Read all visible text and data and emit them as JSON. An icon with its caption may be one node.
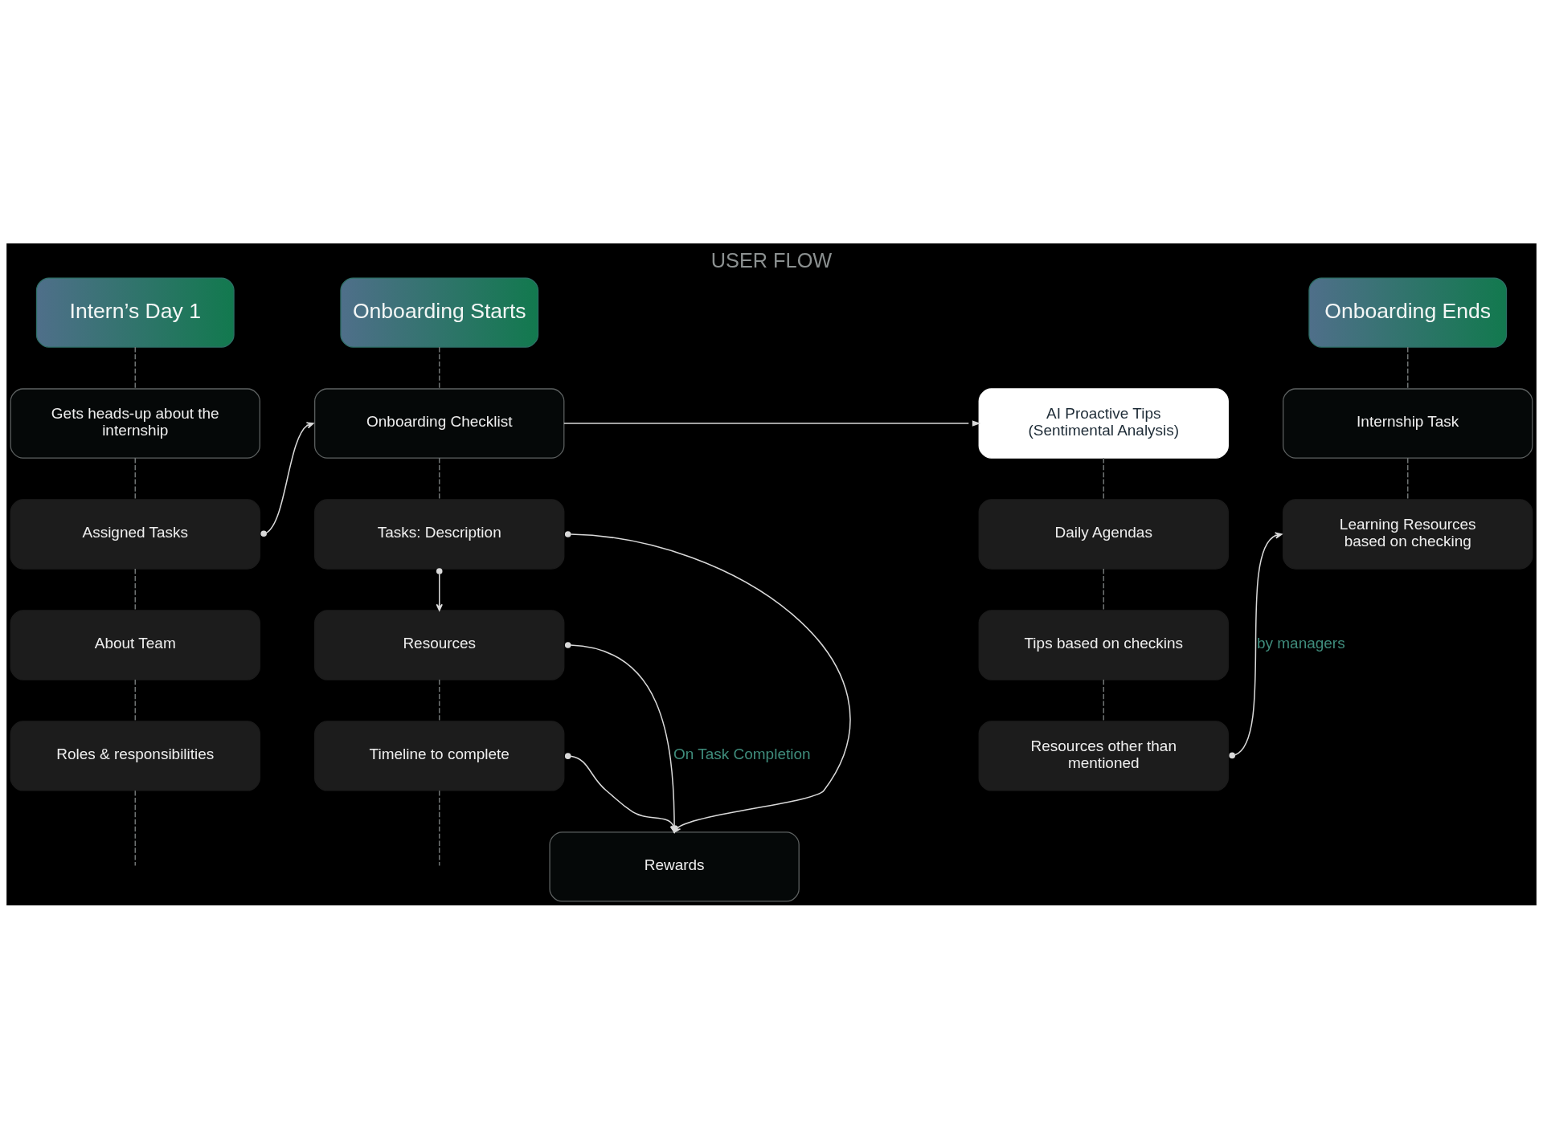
{
  "diagram": {
    "title": "USER FLOW",
    "nodes": [
      {
        "text": [
          "Intern’s Day 1"
        ]
      },
      {
        "text": [
          "Gets heads-up about the internship"
        ]
      },
      {
        "text": [
          "Assigned Tasks"
        ]
      },
      {
        "text": [
          "About Team"
        ]
      },
      {
        "text": [
          "Roles & responsibilities"
        ]
      },
      {
        "text": [
          "Onboarding Starts"
        ]
      },
      {
        "text": [
          "Onboarding Checklist"
        ]
      },
      {
        "text": [
          "Tasks: Description"
        ]
      },
      {
        "text": [
          "Resources"
        ]
      },
      {
        "text": [
          "Timeline to complete"
        ]
      },
      {
        "text": [
          "Rewards"
        ]
      },
      {
        "text": [
          "AI Proactive Tips (Sentimental Analysis)"
        ]
      },
      {
        "text": [
          "Daily Agendas"
        ]
      },
      {
        "text": [
          "Tips based on checkins"
        ]
      },
      {
        "text": [
          "Resources other than mentioned"
        ]
      },
      {
        "text": [
          "Onboarding Ends"
        ]
      },
      {
        "text": [
          "Internship Task"
        ]
      },
      {
        "text": [
          "Learning Resources based on checking"
        ]
      }
    ],
    "edges": [
      {
        "from": 0,
        "to": 1,
        "arrow": "none",
        "style": "dashed"
      },
      {
        "from": 1,
        "to": 2,
        "arrow": "none",
        "style": "dashed"
      },
      {
        "from": 2,
        "to": 3,
        "arrow": "none",
        "style": "dashed"
      },
      {
        "from": 3,
        "to": 4,
        "arrow": "none",
        "style": "dashed"
      },
      {
        "from": 4,
        "to": null,
        "arrow": "none",
        "style": "dashed"
      },
      {
        "from": 2,
        "to": 6,
        "arrow": "to",
        "color": "#d9d9d9"
      },
      {
        "from": 5,
        "to": 6,
        "arrow": "none",
        "style": "dashed"
      },
      {
        "from": 6,
        "to": 7,
        "arrow": "none",
        "style": "dashed"
      },
      {
        "from": 7,
        "to": 8,
        "arrow": "to",
        "color": "#d9d9d9"
      },
      {
        "from": 8,
        "to": 9,
        "arrow": "none",
        "style": "dashed"
      },
      {
        "from": 9,
        "to": null,
        "arrow": "none",
        "style": "dashed"
      },
      {
        "from": 6,
        "to": 11,
        "arrow": "to",
        "color": "#d9d9d9"
      },
      {
        "from": 7,
        "to": 10,
        "arrow": "to",
        "color": "#d9d9d9"
      },
      {
        "from": 8,
        "to": 10,
        "arrow": "to",
        "label": "On Task Completion",
        "color": "#d9d9d9"
      },
      {
        "from": 9,
        "to": 10,
        "arrow": "to",
        "color": "#d9d9d9"
      },
      {
        "from": 11,
        "to": 12,
        "arrow": "none",
        "style": "dashed"
      },
      {
        "from": 12,
        "to": 13,
        "arrow": "none",
        "style": "dashed"
      },
      {
        "from": 13,
        "to": 14,
        "arrow": "none",
        "style": "dashed"
      },
      {
        "from": 15,
        "to": 16,
        "arrow": "none",
        "style": "dashed"
      },
      {
        "from": 16,
        "to": 17,
        "arrow": "none",
        "style": "dashed"
      },
      {
        "from": 14,
        "to": 17,
        "arrow": "to",
        "label": "by managers",
        "color": "#d9d9d9"
      }
    ]
  }
}
